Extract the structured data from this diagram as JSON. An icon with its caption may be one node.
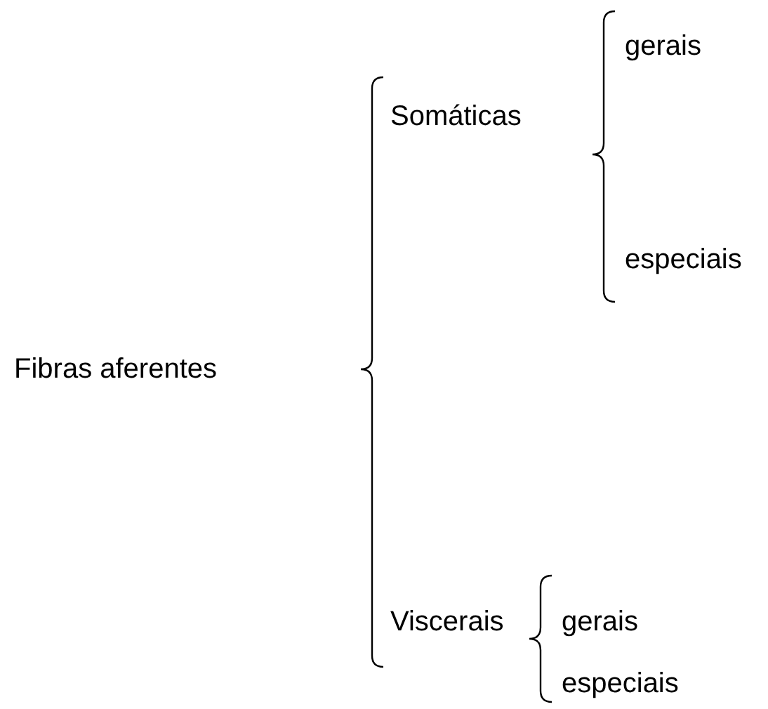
{
  "diagram": {
    "labels": [
      "gerais",
      "Somáticas",
      "especiais",
      "Fibras aferentes",
      "Viscerais",
      "gerais",
      "especiais"
    ]
  }
}
